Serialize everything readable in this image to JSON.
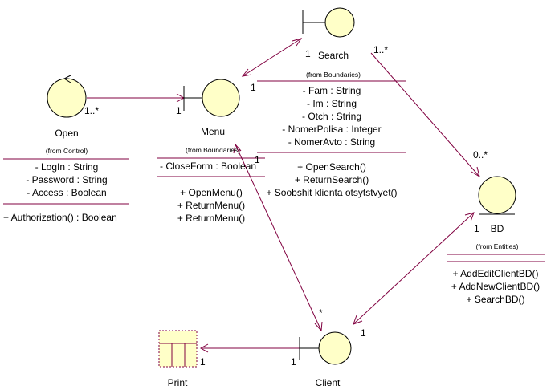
{
  "colors": {
    "line": "#800040",
    "fill": "#ffffc8",
    "stroke": "#000000"
  },
  "classes": {
    "search": {
      "icon": "boundary-icon",
      "name": "Search",
      "stereotype": "(from Boundaries)",
      "attributes": [
        "- Fam : String",
        "- Im : String",
        "- Otch : String",
        "- NomerPolisa : Integer",
        "- NomerAvto : String"
      ],
      "operations": [
        "+ OpenSearch()",
        "+ ReturnSearch()",
        "+ Soobshit klienta otsytstvyet()"
      ]
    },
    "open": {
      "icon": "control-icon",
      "name": "Open",
      "stereotype": "(from Control)",
      "attributes": [
        "- LogIn : String",
        "- Password : String",
        "- Access : Boolean"
      ],
      "operations": [
        "+ Authorization() : Boolean"
      ]
    },
    "menu": {
      "icon": "boundary-icon",
      "name": "Menu",
      "stereotype": "(from Boundaries)",
      "attributes": [
        "- CloseForm : Boolean"
      ],
      "operations": [
        "+ OpenMenu()",
        "+ ReturnMenu()",
        "+ ReturnMenu()"
      ]
    },
    "bd": {
      "icon": "entity-icon",
      "name": "BD",
      "stereotype": "(from Entities)",
      "attributes": [],
      "operations": [
        "+ AddEditClientBD()",
        "+ AddNewClientBD()",
        "+ SearchBD()"
      ]
    },
    "client": {
      "icon": "boundary-icon",
      "name": "Client",
      "stereotype": "",
      "attributes": [],
      "operations": []
    },
    "print": {
      "icon": "print-icon",
      "name": "Print",
      "stereotype": "",
      "attributes": [],
      "operations": []
    }
  },
  "multiplicities": {
    "open_menu_open": "1..*",
    "open_menu_menu": "1",
    "menu_search_menu": "1",
    "menu_search_search": "1",
    "search_bd_search": "1..*",
    "search_bd_bd": "0..*",
    "menu_client_menu": "1",
    "menu_client_client": "*",
    "bd_client_bd": "1",
    "bd_client_client": "1",
    "client_print_client": "1",
    "client_print_print": "1"
  }
}
